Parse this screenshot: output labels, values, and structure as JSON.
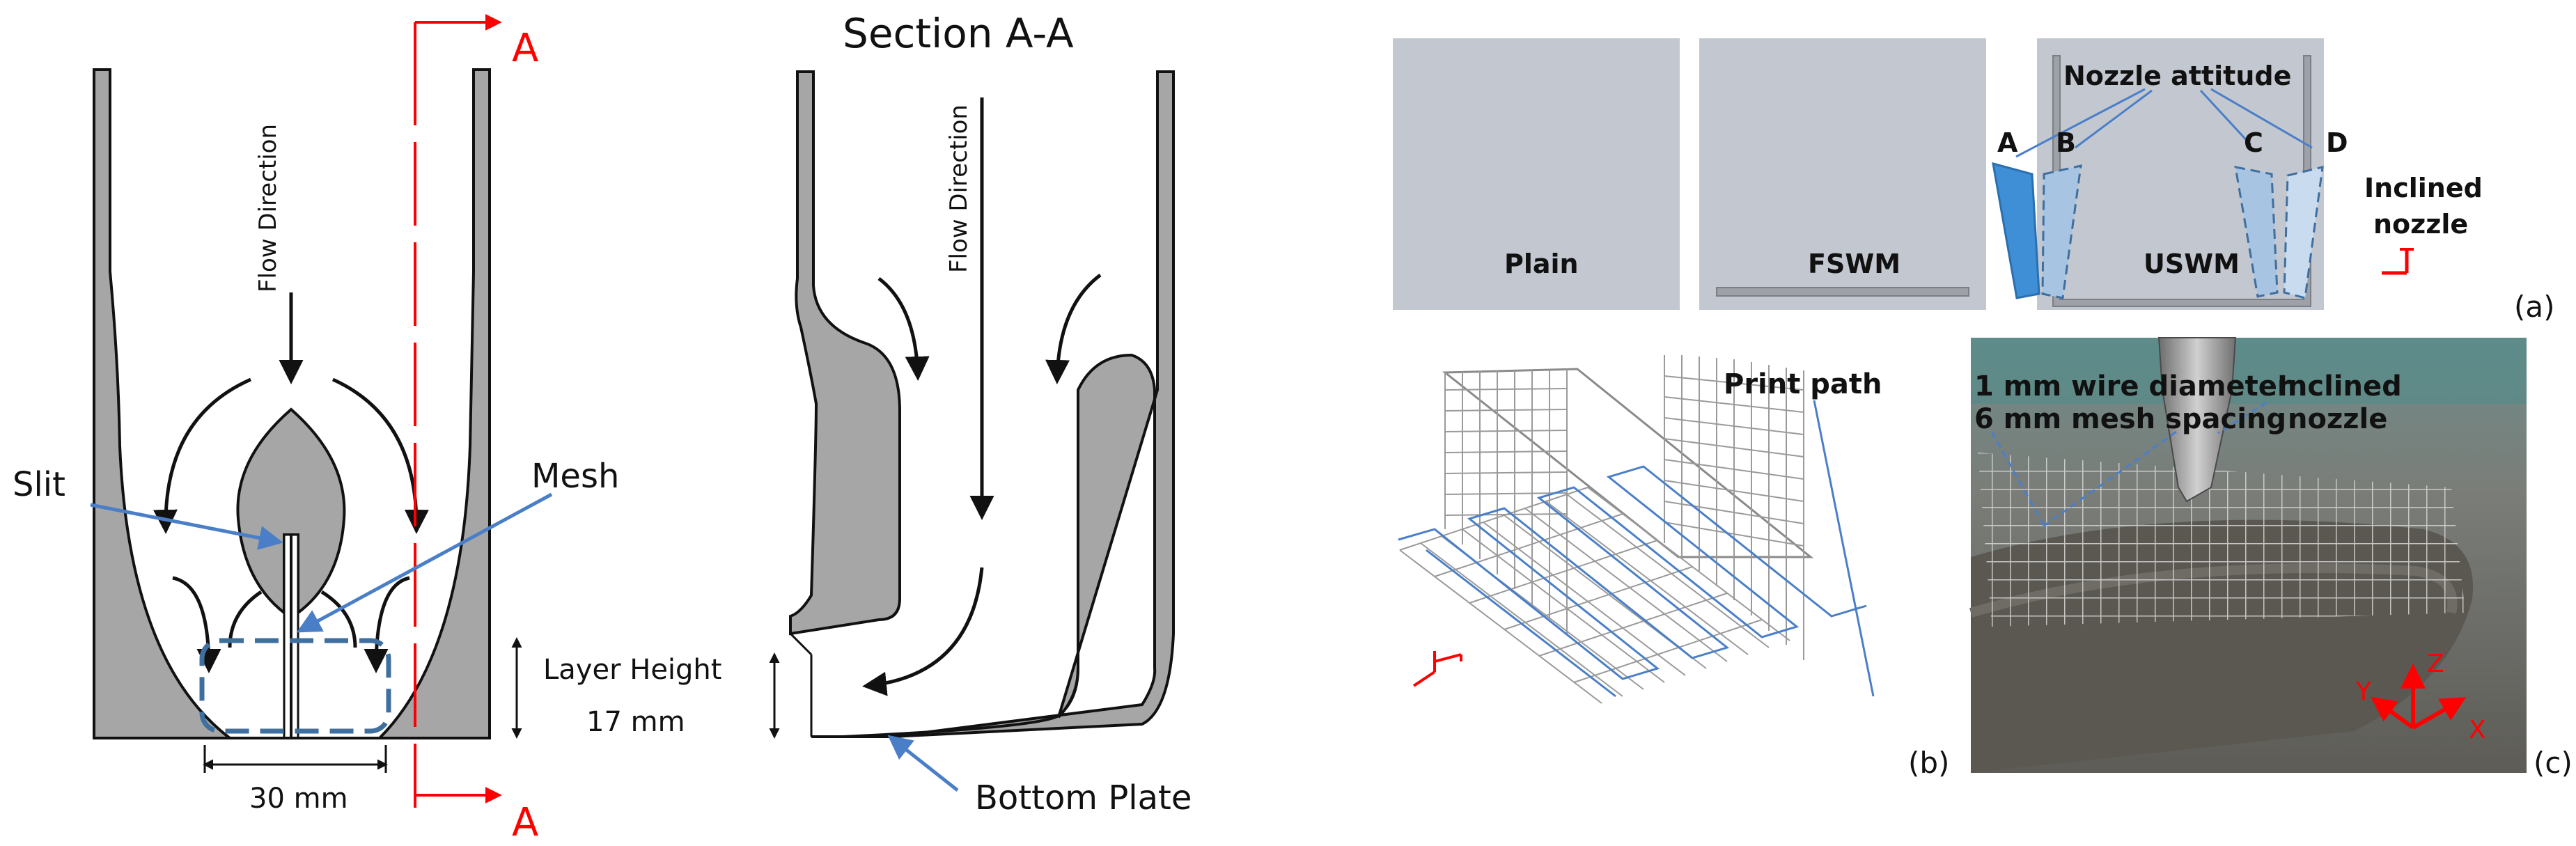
{
  "left_drawing": {
    "section_marker": "A",
    "flow_direction": "Flow Direction",
    "slit_label": "Slit",
    "mesh_label": "Mesh",
    "width_label": "30 mm"
  },
  "section_drawing": {
    "title": "Section A-A",
    "flow_direction": "Flow Direction",
    "layer_height_label": "Layer Height",
    "layer_height_value": "17 mm",
    "bottom_plate_label": "Bottom Plate"
  },
  "panel_a": {
    "nozzle_attitude": "Nozzle attitude",
    "attitude_letters": [
      "A",
      "B",
      "C",
      "D"
    ],
    "inclined_nozzle_line1": "Inclined",
    "inclined_nozzle_line2": "nozzle",
    "plain_label": "Plain",
    "fswm_label": "FSWM",
    "uswm_label": "USWM",
    "panel_label": "(a)"
  },
  "panel_b": {
    "print_path_label": "Print path",
    "panel_label": "(b)"
  },
  "panel_c": {
    "wire_diameter": "1 mm wire diameter",
    "mesh_spacing": "6 mm mesh spacing",
    "inclined_nozzle_line1": "Inclined",
    "inclined_nozzle_line2": "nozzle",
    "axis_z": "Z",
    "axis_y": "Y",
    "axis_x": "X",
    "panel_label": "(c)"
  },
  "colors": {
    "wall_fill": "#a6a6a6",
    "section_red": "#ff0000",
    "pointer_blue": "#4a7fc8",
    "mesh_dash": "#3f6f9f",
    "nozzle_blue": "#3f8fd6",
    "panel_bg": "#c3c8d0"
  }
}
